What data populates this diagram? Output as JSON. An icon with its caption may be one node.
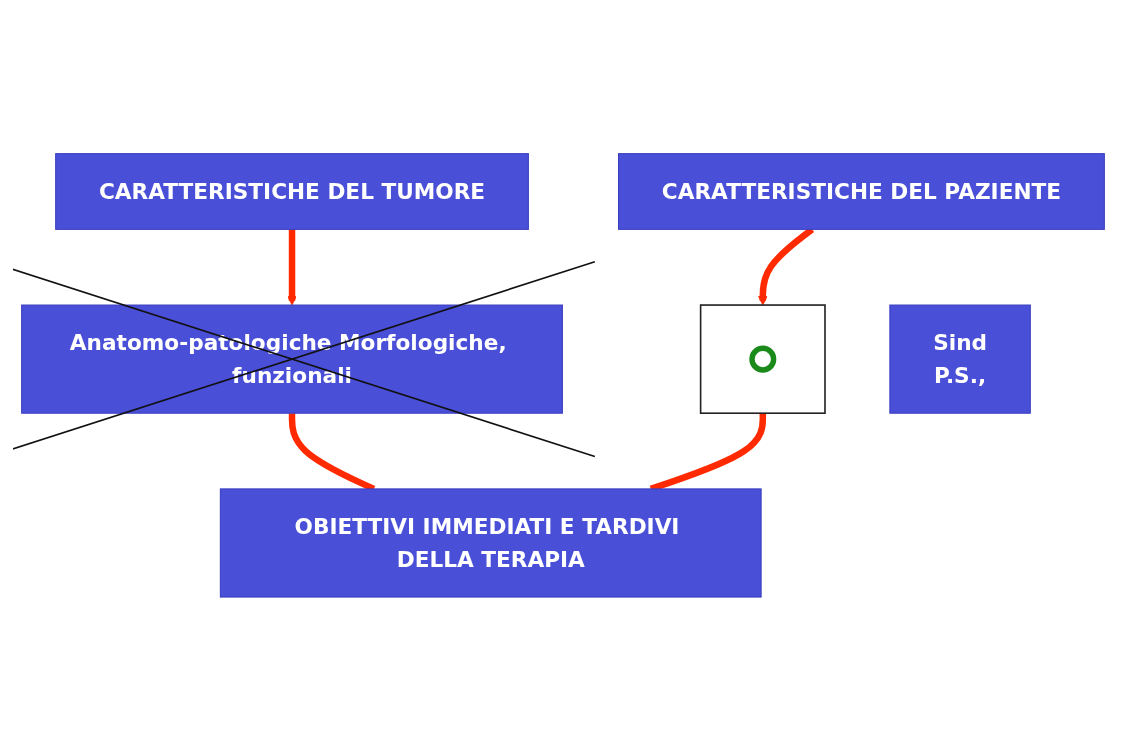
{
  "diagram": {
    "nodes": [
      {
        "text": [
          "CARATTERISTICHE DEL TUMORE"
        ]
      },
      {
        "text": [
          "CARATTERISTICHE DEL PAZIENTE"
        ]
      },
      {
        "text": [
          "Anatomo-patologiche Morfologiche, funzionali"
        ]
      },
      {
        "text": [
          "Sind",
          "P.S.,"
        ]
      },
      {
        "text": [],
        "shape": "box"
      },
      {
        "text": [],
        "shape": "circle",
        "in": 4
      },
      {
        "text": [
          "OBIETTIVI IMMEDIATI E TARDIVI DELLA TERAPIA"
        ]
      }
    ],
    "edges": [
      {
        "from": 0,
        "to": 2,
        "arrow": "to"
      },
      {
        "from": 1,
        "to": 4,
        "arrow": "to"
      },
      {
        "from": 2,
        "to": 6,
        "arrow": "none"
      },
      {
        "from": 4,
        "to": 6,
        "arrow": "none"
      }
    ]
  }
}
